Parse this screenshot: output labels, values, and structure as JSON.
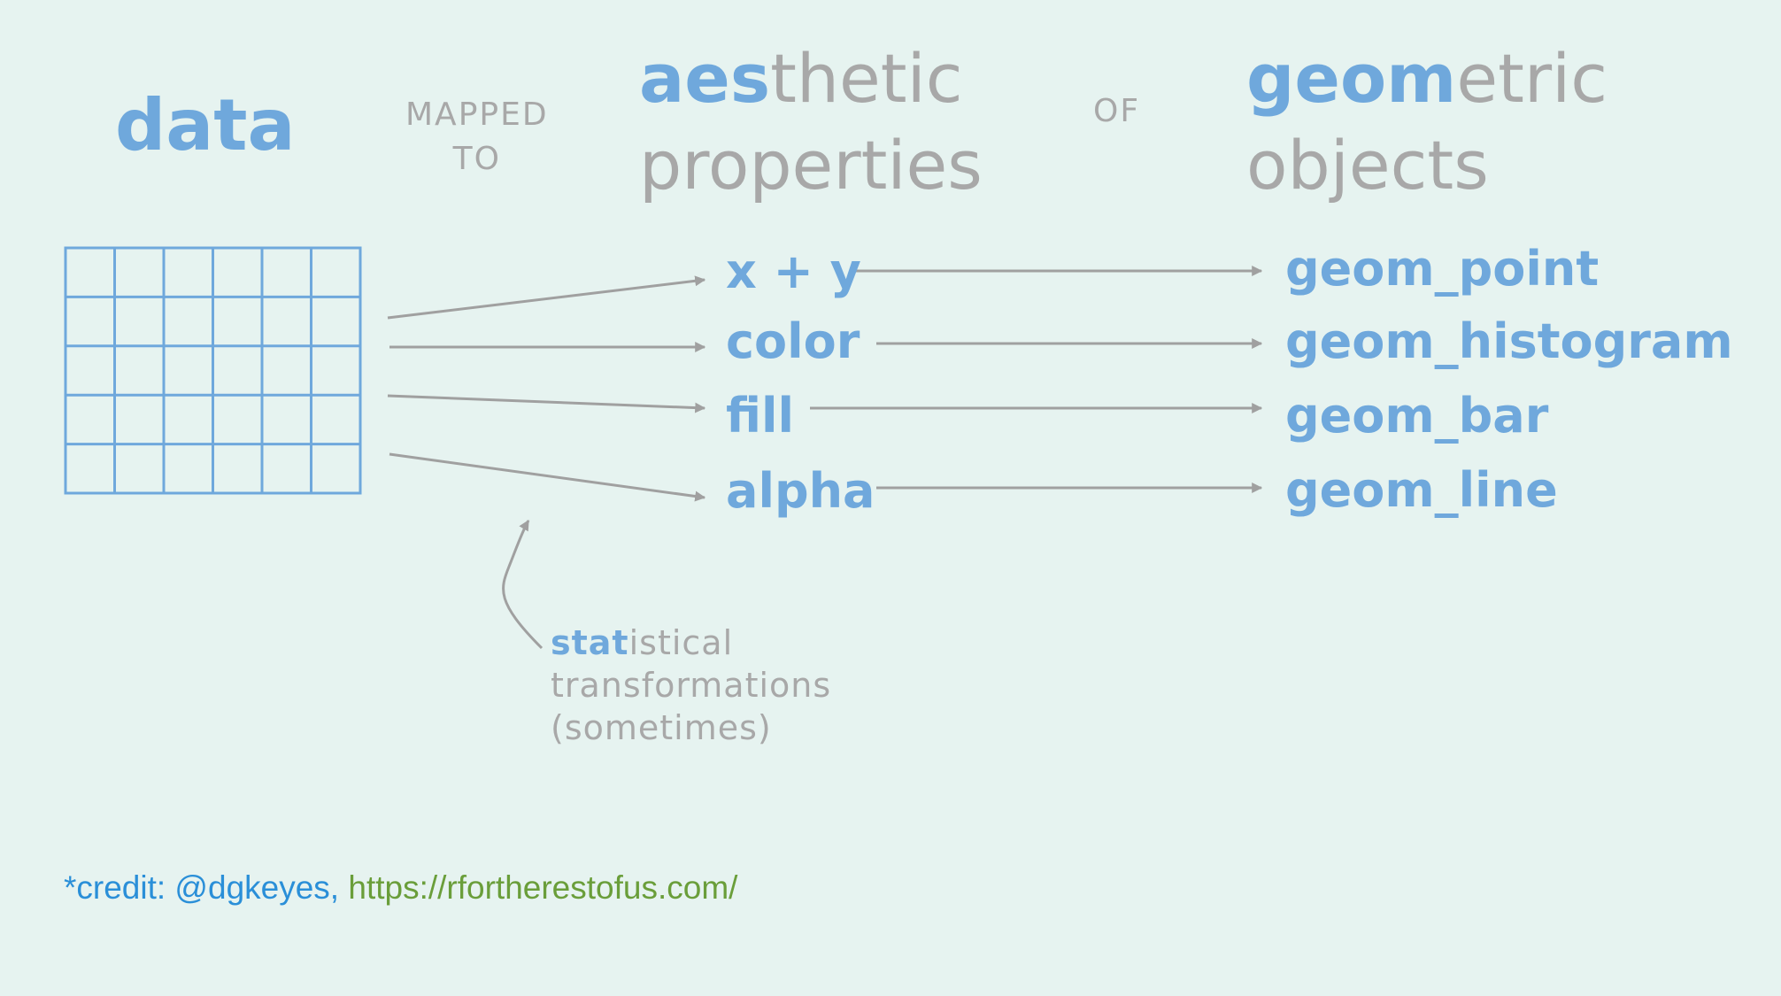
{
  "header": {
    "data_label": "data",
    "mapped_to": [
      "MAPPED",
      "TO"
    ],
    "aesthetic": {
      "highlight": "aes",
      "rest": "thetic",
      "line2": "properties"
    },
    "of_label": "OF",
    "geometric": {
      "highlight": "geom",
      "rest": "etric",
      "line2": "objects"
    }
  },
  "aesthetics": [
    "x + y",
    "color",
    "fill",
    "alpha"
  ],
  "geoms": [
    "geom_point",
    "geom_histogram",
    "geom_bar",
    "geom_line"
  ],
  "stat_note": {
    "highlight": "stat",
    "rest": "istical",
    "line2": "transformations",
    "line3": "(sometimes)"
  },
  "credit": {
    "text": "*credit: @dgkeyes,",
    "url": "https://rfortherestofus.com/"
  },
  "colors": {
    "background": "#e6f3f0",
    "accent": "#6fa8dc",
    "muted": "#a8a8a8",
    "arrow": "#a0a0a0",
    "credit": "#2a8fd8",
    "link": "#6a9e3a"
  }
}
